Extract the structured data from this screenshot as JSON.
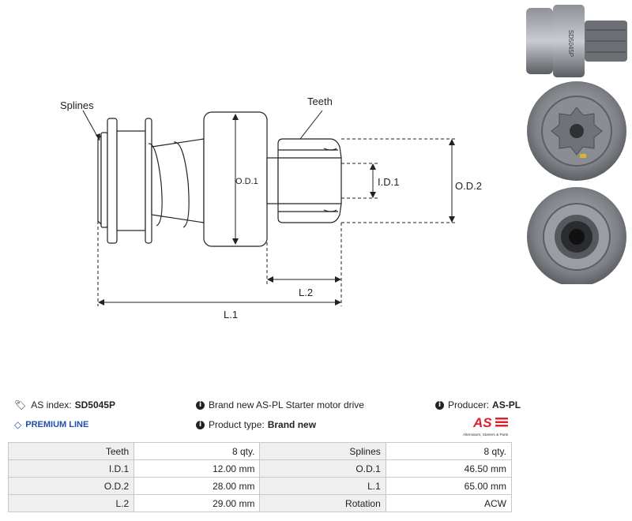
{
  "diagram": {
    "labels": {
      "splines": "Splines",
      "teeth": "Teeth",
      "od1": "O.D.1",
      "id1": "I.D.1",
      "od2": "O.D.2",
      "l2": "L.2",
      "l1": "L.1"
    }
  },
  "photos": {
    "side_marking": "SD5045P"
  },
  "header": {
    "as_index_label": "AS index:",
    "as_index_value": "SD5045P",
    "premium_line": "PREMIUM LINE",
    "description": "Brand new AS-PL Starter motor drive",
    "product_type_label": "Product type:",
    "product_type_value": "Brand new",
    "producer_label": "Producer:",
    "producer_value": "AS-PL",
    "logo_text": "AS",
    "logo_tagline": "Alternators, Starters & Parts"
  },
  "specs": [
    {
      "k1": "Teeth",
      "v1": "8 qty.",
      "k2": "Splines",
      "v2": "8 qty."
    },
    {
      "k1": "I.D.1",
      "v1": "12.00 mm",
      "k2": "O.D.1",
      "v2": "46.50 mm"
    },
    {
      "k1": "O.D.2",
      "v1": "28.00 mm",
      "k2": "L.1",
      "v2": "65.00 mm"
    },
    {
      "k1": "L.2",
      "v1": "29.00 mm",
      "k2": "Rotation",
      "v2": "ACW"
    }
  ],
  "colors": {
    "premium": "#1f4fa8",
    "logo_red": "#d9232d",
    "line": "#222222"
  },
  "icons": [
    "tag-icon",
    "diamond-icon",
    "info-icon"
  ]
}
